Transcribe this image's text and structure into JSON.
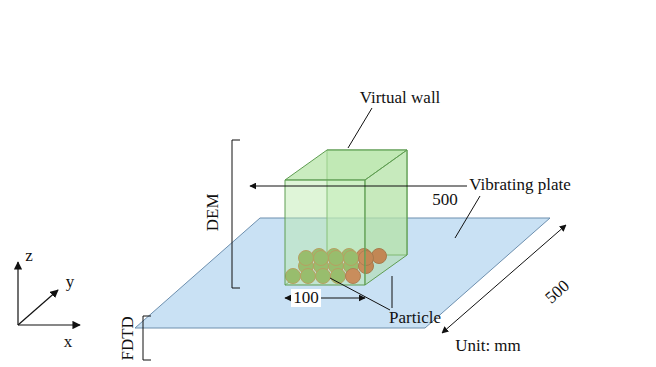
{
  "diagram": {
    "labels": [
      "Virtual wall",
      "500",
      "Vibrating plate",
      "500",
      "DEM",
      "z",
      "y",
      "x",
      "100",
      "Particle",
      "FDTD",
      "Unit: mm"
    ]
  }
}
